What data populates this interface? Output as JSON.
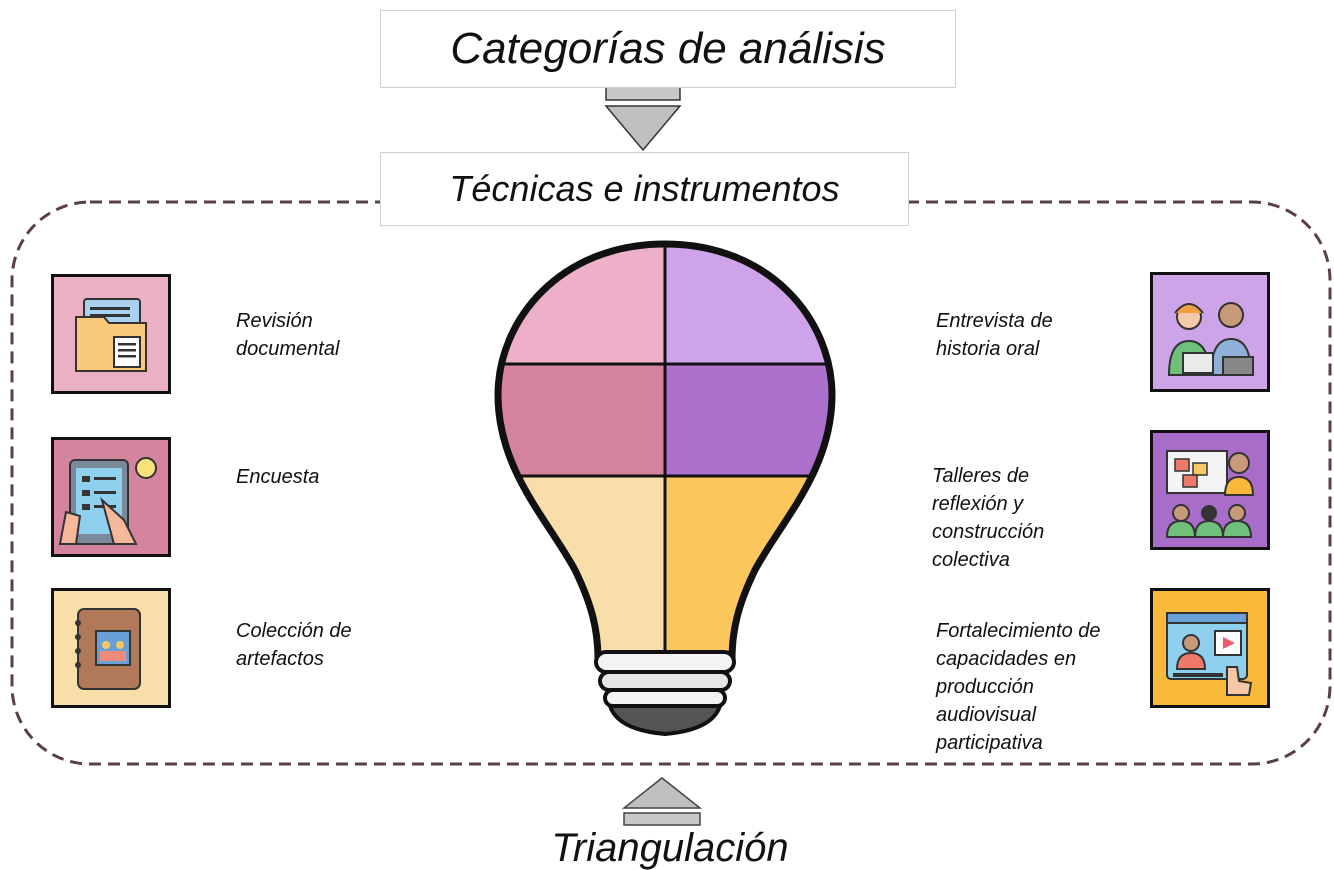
{
  "titles": {
    "top": "Categorías de análisis",
    "middle": "Técnicas e instrumentos",
    "bottom": "Triangulación"
  },
  "left_items": [
    {
      "label_line1": "Revisión",
      "label_line2": "documental",
      "icon": "folder-document-icon",
      "bg": "#eab0c4"
    },
    {
      "label_line1": "Encuesta",
      "label_line2": "",
      "icon": "tablet-survey-icon",
      "bg": "#d4849e"
    },
    {
      "label_line1": "Colección de",
      "label_line2": "artefactos",
      "icon": "photo-album-icon",
      "bg": "#f8dea8"
    }
  ],
  "right_items": [
    {
      "lines": [
        "Entrevista de",
        "historia oral"
      ],
      "icon": "interview-people-icon",
      "bg": "#cda4e8"
    },
    {
      "lines": [
        "Talleres de",
        "reflexión y",
        "construcción",
        "colectiva"
      ],
      "icon": "workshop-presentation-icon",
      "bg": "#a86cc9"
    },
    {
      "lines": [
        "Fortalecimiento de",
        "capacidades en",
        "producción",
        "audiovisual",
        "participativa"
      ],
      "icon": "video-production-icon",
      "bg": "#f9b93a"
    }
  ],
  "bulb_colors": {
    "top_left": "#eeb0c8",
    "top_right": "#cfa3ea",
    "mid_left": "#d4849e",
    "mid_right": "#ad70cc",
    "bottom_left": "#f8dea8",
    "bottom_right": "#fbc65b",
    "outline": "#111111"
  },
  "border_color": "#5a4040",
  "arrow_color": "#bdbdbd"
}
